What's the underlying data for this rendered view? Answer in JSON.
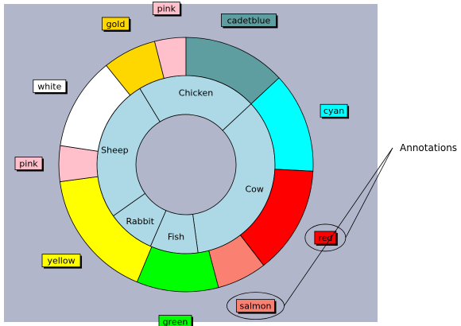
{
  "chart_data": {
    "type": "sunburst",
    "rings": [
      {
        "name": "",
        "slices": [
          {
            "label": "Cow",
            "value": 4,
            "color": "#add8e6"
          },
          {
            "label": "Fish",
            "value": 1,
            "color": "#add8e6"
          },
          {
            "label": "Rabbit",
            "value": 1,
            "color": "#add8e6"
          },
          {
            "label": "Sheep",
            "value": 3,
            "color": "#add8e6"
          },
          {
            "label": "Chicken",
            "value": 2.5,
            "color": "#add8e6"
          }
        ]
      },
      {
        "name": "",
        "slices": [
          {
            "label": "cyan",
            "value": 1.35,
            "color": "#00ffff"
          },
          {
            "label": "red",
            "value": 1.45,
            "color": "#ff0000"
          },
          {
            "label": "salmon",
            "value": 0.67,
            "color": "#fa8072"
          },
          {
            "label": "green",
            "value": 1.1,
            "color": "#00ff00"
          },
          {
            "label": "yellow",
            "value": 1.75,
            "color": "#ffff00"
          },
          {
            "label": "pink",
            "value": 0.48,
            "color": "#ffc0cb"
          },
          {
            "label": "white",
            "value": 1.25,
            "color": "#ffffff"
          },
          {
            "label": "gold",
            "value": 0.72,
            "color": "#ffd700"
          },
          {
            "label": "pink",
            "value": 0.42,
            "color": "#ffc0cb"
          },
          {
            "label": "cadetblue",
            "value": 1.38,
            "color": "#5f9ea0"
          }
        ]
      }
    ],
    "annotation": "Annotations",
    "annotated_labels": [
      "red",
      "salmon"
    ]
  }
}
